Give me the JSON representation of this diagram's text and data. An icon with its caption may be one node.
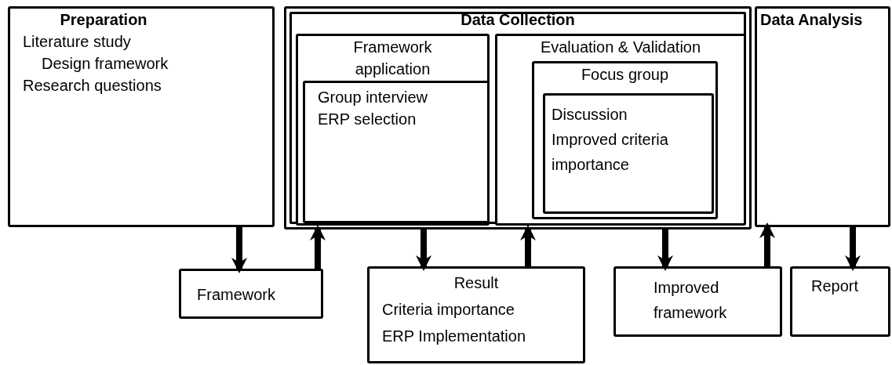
{
  "diagram": {
    "nodes": [
      {
        "text": [
          "Preparation",
          "Literature study",
          "Design framework",
          "Research questions"
        ]
      },
      {
        "text": [
          "Data Collection"
        ]
      },
      {
        "text": [
          "Framework application"
        ],
        "in": 1
      },
      {
        "text": [
          "Group interview",
          "ERP selection"
        ],
        "in": 2
      },
      {
        "text": [
          "Evaluation & Validation"
        ],
        "in": 1
      },
      {
        "text": [
          "Focus group"
        ],
        "in": 4
      },
      {
        "text": [
          "Discussion",
          "Improved criteria importance"
        ],
        "in": 5
      },
      {
        "text": [
          "Data Analysis"
        ]
      },
      {
        "text": [
          "Framework"
        ]
      },
      {
        "text": [
          "Result",
          "Criteria importance",
          "ERP Implementation"
        ]
      },
      {
        "text": [
          "Improved framework"
        ]
      },
      {
        "text": [
          "Report"
        ]
      }
    ],
    "edges": [
      {
        "from": 0,
        "to": 8,
        "arrow": "to"
      },
      {
        "from": 8,
        "to": 1,
        "arrow": "to"
      },
      {
        "from": 1,
        "to": 9,
        "arrow": "to"
      },
      {
        "from": 9,
        "to": 1,
        "arrow": "to"
      },
      {
        "from": 1,
        "to": 10,
        "arrow": "to"
      },
      {
        "from": 10,
        "to": 7,
        "arrow": "to"
      },
      {
        "from": 7,
        "to": 11,
        "arrow": "to"
      }
    ]
  }
}
